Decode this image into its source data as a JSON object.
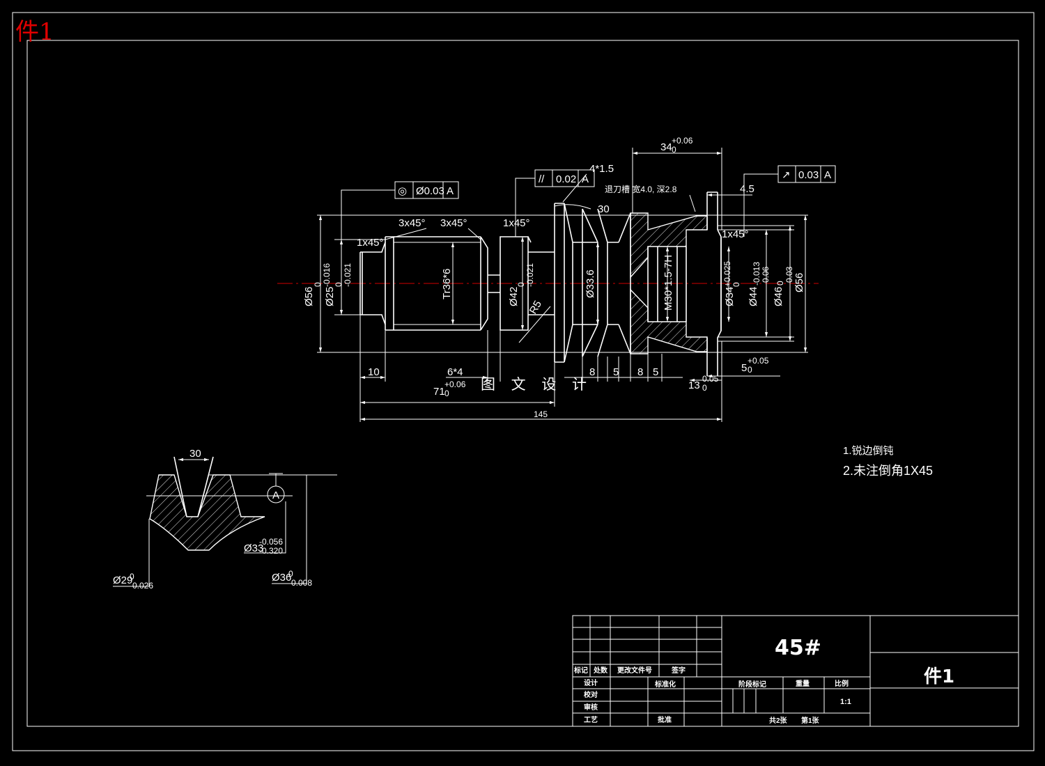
{
  "corner_label": "件1",
  "watermark": "图 文 设 计",
  "feature_controls": {
    "concentricity": {
      "symbol": "◎",
      "tolerance": "Ø0.03",
      "datum": "A"
    },
    "parallelism": {
      "symbol": "//",
      "tolerance": "0.02",
      "datum": "A"
    },
    "runout": {
      "symbol": "↗",
      "tolerance": "0.03",
      "datum": "A"
    }
  },
  "dimensions": {
    "d56_left": "Ø56",
    "d56_left_tol": "0\n-0.016",
    "d25": "Ø25",
    "d25_tol": "0\n-0.021",
    "chamfer_1": "1x45°",
    "chamfer_2": "3x45°",
    "chamfer_3": "3x45°",
    "chamfer_4": "1x45°",
    "chamfer_5": "1x45°",
    "thread_tr": "Tr36*6",
    "d42": "Ø42",
    "d42_tol": "0\n-0.021",
    "r5": "R5",
    "d33_6": "Ø33.6",
    "angle_30": "30",
    "groove_4x1_5": "4*1.5",
    "top_34": "34",
    "top_34_tol": "+0.06\n0",
    "top_4_5": "4.5",
    "groove_note": "退刀槽 宽4.0, 深2.8",
    "m30": "M30*1.5-7H",
    "d34": "Ø34",
    "d34_tol": "+0.025\n0",
    "d44": "Ø44",
    "d44_tol": "-0.013\n-0.06",
    "d46": "Ø46",
    "d46_tol": "0\n-0.03",
    "d56_right": "Ø56",
    "len_10": "10",
    "len_6x4": "6*4",
    "len_71": "71",
    "len_71_tol": "+0.06\n0",
    "len_8a": "8",
    "len_5a": "5",
    "len_8b": "8",
    "len_5b": "5",
    "len_13": "13",
    "len_13_tol": "0.05\n0",
    "len_5": "5",
    "len_5_tol": "+0.05\n0",
    "len_145": "145"
  },
  "detail": {
    "angle": "30",
    "datum": "A",
    "d33": "Ø33",
    "d33_tol": "-0.056\n-0.320",
    "d29": "Ø29",
    "d29_tol": "0\n-0.026",
    "d36": "Ø36",
    "d36_tol": "0\n-0.008"
  },
  "notes": [
    "1.锐边倒钝",
    "2.未注倒角1X45"
  ],
  "title_block": {
    "material": "45#",
    "part_name": "件1",
    "labels": {
      "mark": "标记",
      "count": "处数",
      "change_doc": "更改文件号",
      "sign": "签字",
      "design": "设计",
      "standardize": "标准化",
      "check": "校对",
      "review": "审核",
      "process": "工艺",
      "approve": "批准",
      "stage_mark": "阶段标记",
      "weight": "重量",
      "scale": "比例",
      "scale_value": "1:1",
      "sheets_total": "共2张",
      "sheet_no": "第1张"
    }
  }
}
